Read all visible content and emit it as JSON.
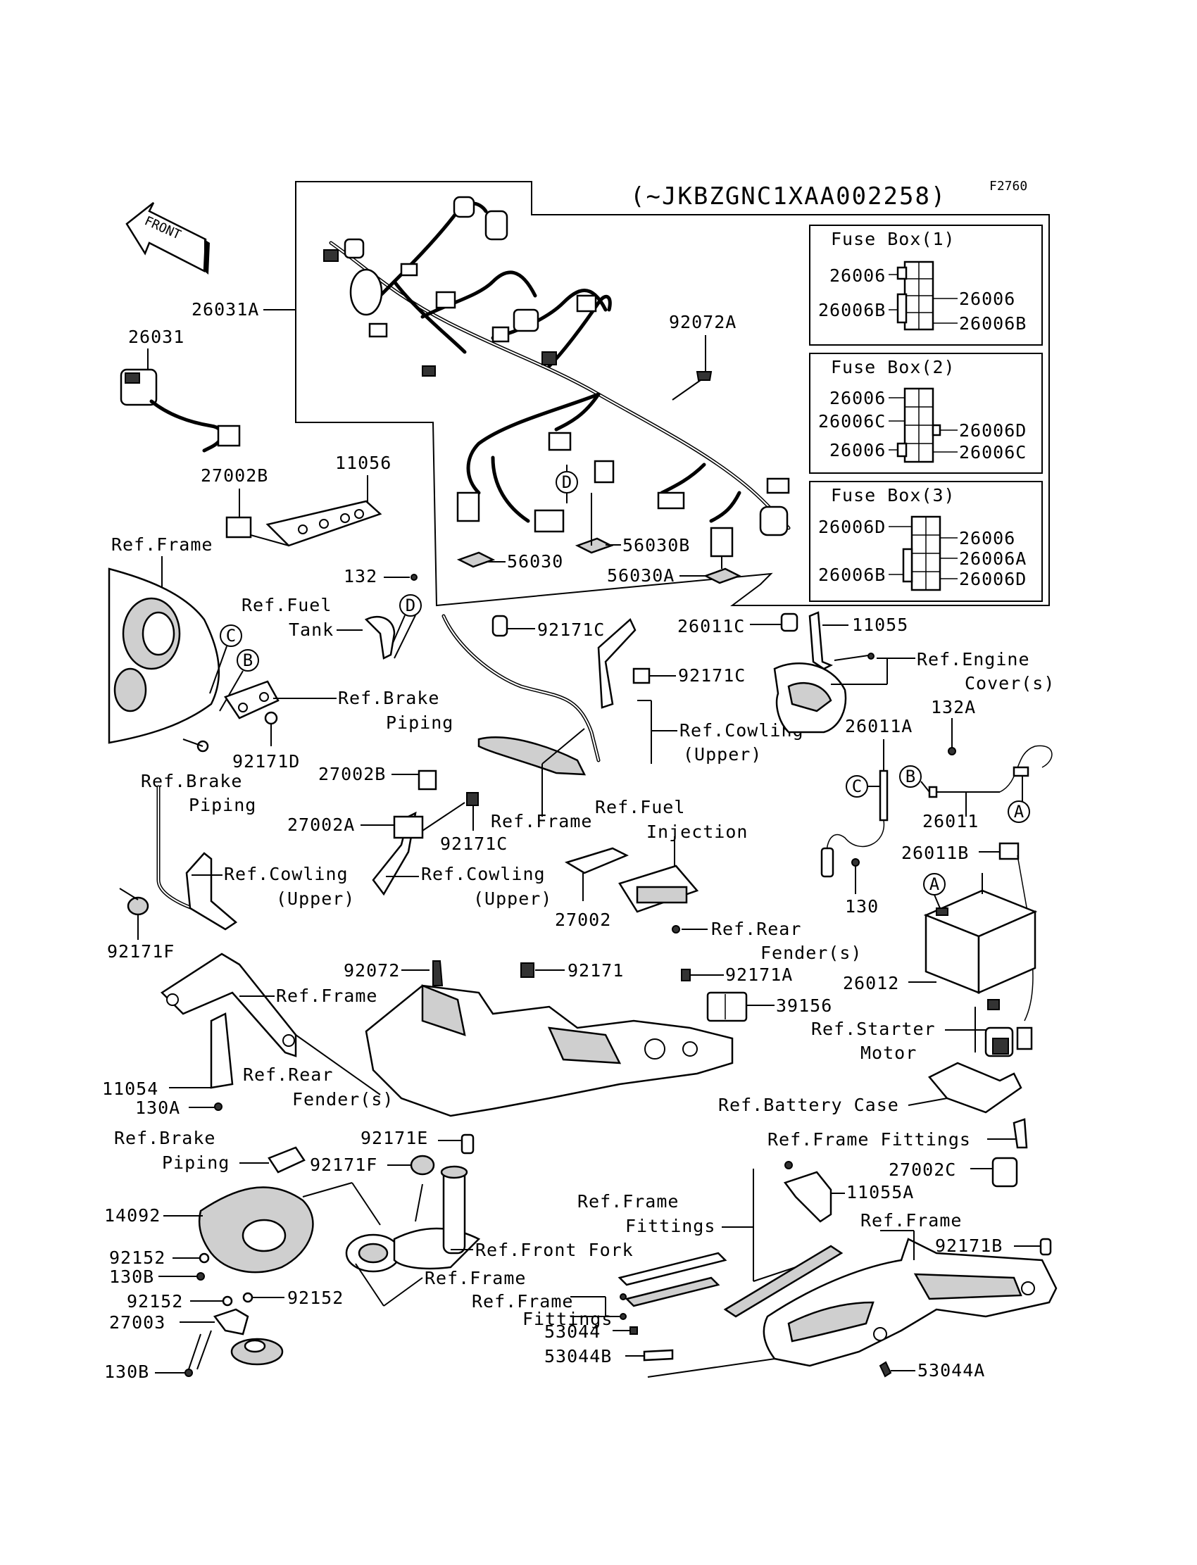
{
  "header": {
    "serial_range": "(~JKBZGNC1XAA002258)",
    "figure_code": "F2760",
    "front_arrow": "FRONT"
  },
  "fuse_boxes": [
    {
      "title": "Fuse Box(1)",
      "left": [
        "26006",
        "26006B"
      ],
      "right": [
        "26006",
        "26006B"
      ]
    },
    {
      "title": "Fuse Box(2)",
      "left": [
        "26006",
        "26006C",
        "26006"
      ],
      "right": [
        "26006D",
        "26006C"
      ]
    },
    {
      "title": "Fuse Box(3)",
      "left": [
        "26006D",
        "26006B"
      ],
      "right": [
        "26006",
        "26006A",
        "26006D"
      ]
    }
  ],
  "callouts": [
    "D",
    "D",
    "C",
    "B",
    "C",
    "B",
    "A",
    "A"
  ],
  "part_labels": {
    "p26031A": "26031A",
    "p26031": "26031",
    "p92072A": "92072A",
    "p27002B_a": "27002B",
    "p11056": "11056",
    "p56030": "56030",
    "p56030B": "56030B",
    "p56030A": "56030A",
    "p132": "132",
    "p92171C_a": "92171C",
    "p26011C": "26011C",
    "p11055": "11055",
    "p92171C_b": "92171C",
    "p132A": "132A",
    "p26011A": "26011A",
    "p92171D": "92171D",
    "p27002B_b": "27002B",
    "p27002A": "27002A",
    "p92171C_c": "92171C",
    "p26011": "26011",
    "p26011B": "26011B",
    "p27002": "27002",
    "p130": "130",
    "p92171F_a": "92171F",
    "p92072": "92072",
    "p92171": "92171",
    "p92171A": "92171A",
    "p39156": "39156",
    "p26012": "26012",
    "p11054": "11054",
    "p130A": "130A",
    "p92171E": "92171E",
    "p92171F_b": "92171F",
    "p27002C": "27002C",
    "p11055A": "11055A",
    "p14092": "14092",
    "p92152_a": "92152",
    "p130B_a": "130B",
    "p92152_b": "92152",
    "p92152_c": "92152",
    "p27003": "27003",
    "p130B_b": "130B",
    "p92171B": "92171B",
    "p53044": "53044",
    "p53044B": "53044B",
    "p53044A": "53044A"
  },
  "ref_labels": {
    "frame_1": "Ref.Frame",
    "fuel_tank_1": "Ref.Fuel",
    "fuel_tank_2": "Tank",
    "brake_piping_a1": "Ref.Brake",
    "brake_piping_a2": "Piping",
    "brake_piping_b1": "Ref.Brake",
    "brake_piping_b2": "Piping",
    "engine_cover_1": "Ref.Engine",
    "engine_cover_2": "Cover(s)",
    "cowling_a1": "Ref.Cowling",
    "cowling_a2": "(Upper)",
    "frame_2": "Ref.Frame",
    "fuel_inj_1": "Ref.Fuel",
    "fuel_inj_2": "Injection",
    "cowling_b1": "Ref.Cowling",
    "cowling_b2": "(Upper)",
    "cowling_c1": "Ref.Cowling",
    "cowling_c2": "(Upper)",
    "rear_fender_a1": "Ref.Rear",
    "rear_fender_a2": "Fender(s)",
    "frame_3": "Ref.Frame",
    "starter_1": "Ref.Starter",
    "starter_2": "Motor",
    "rear_fender_b1": "Ref.Rear",
    "rear_fender_b2": "Fender(s)",
    "battery_case": "Ref.Battery Case",
    "brake_piping_c1": "Ref.Brake",
    "brake_piping_c2": "Piping",
    "frame_fittings_a": "Ref.Frame Fittings",
    "frame_fittings_b1": "Ref.Frame",
    "frame_fittings_b2": "Fittings",
    "front_fork": "Ref.Front Fork",
    "frame_4": "Ref.Frame",
    "frame_fittings_c1": "Ref.Frame",
    "frame_fittings_c2": "Fittings"
  }
}
